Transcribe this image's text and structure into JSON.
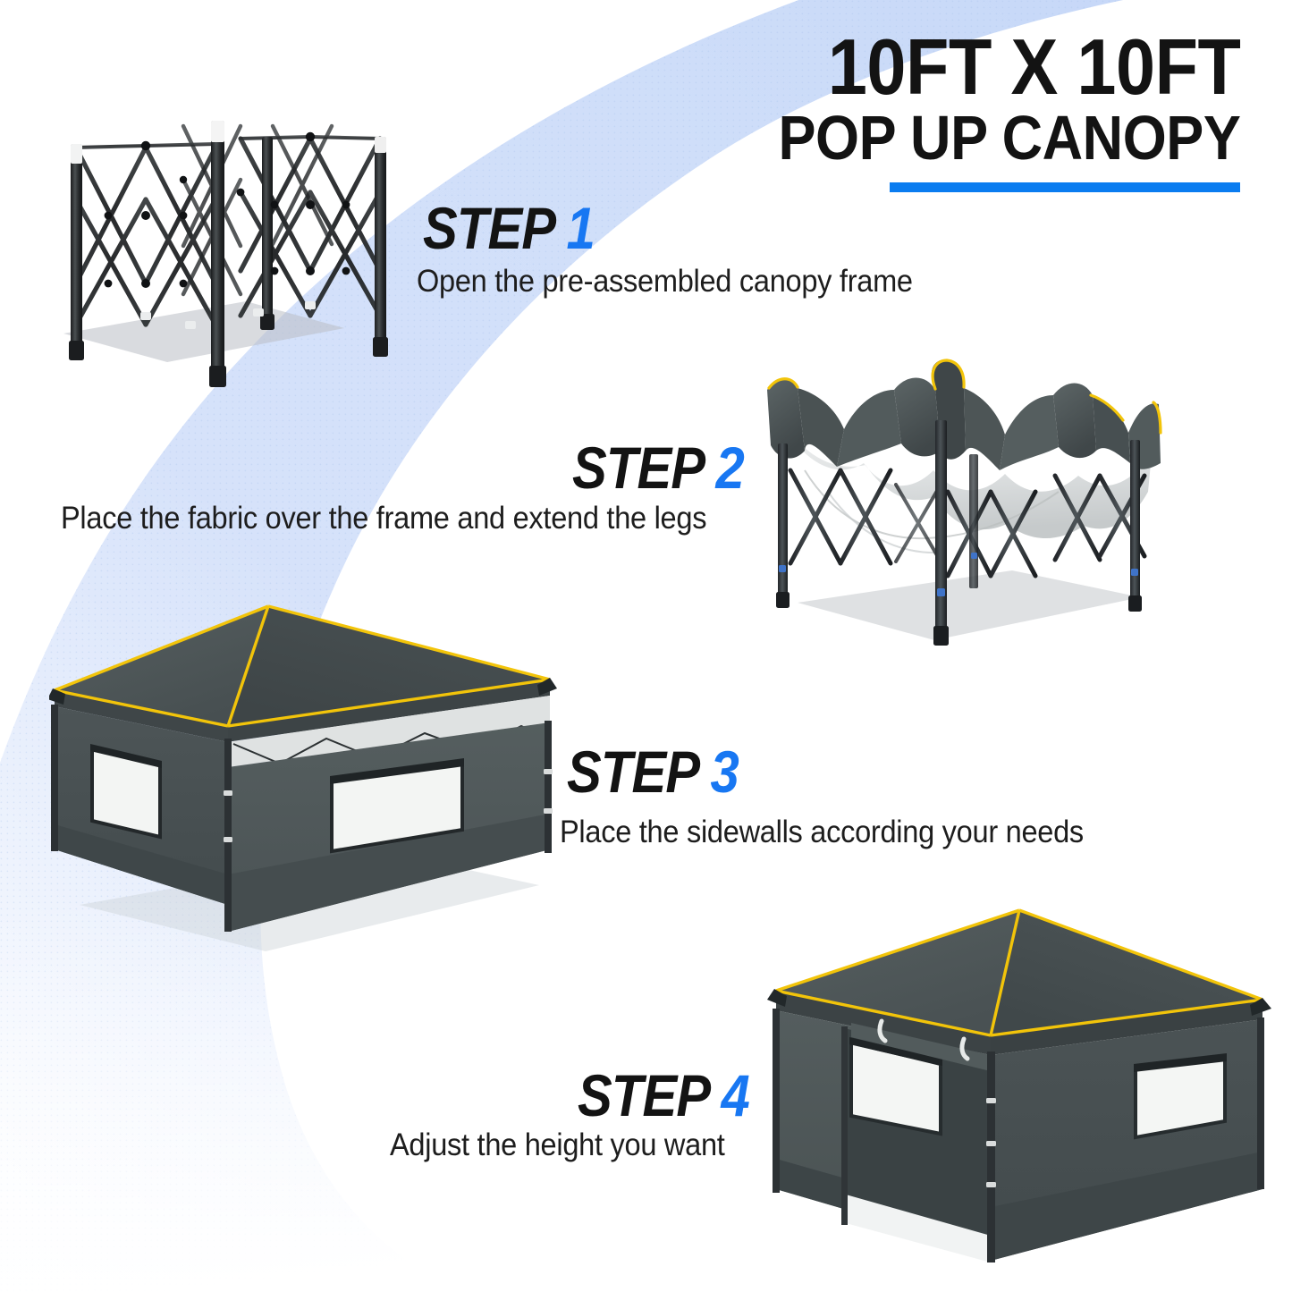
{
  "header": {
    "title_line1": "10FT X 10FT",
    "title_line2": "POP UP CANOPY",
    "accent_color": "#0a7cf0"
  },
  "theme": {
    "swoosh_color": "#ccdcf8",
    "step_number_color": "#1877f2",
    "text_color": "#1d1d1d",
    "fabric_gray": "#4e5657",
    "fabric_gray_dark": "#3c4344",
    "fabric_gray_light": "#5d6667",
    "trim_yellow": "#f2c40a",
    "frame_black": "#2b2d2f",
    "liner_silver": "#e6e8e8",
    "window_white": "#f4f6f4"
  },
  "steps": [
    {
      "label": "STEP",
      "number": "1",
      "caption": "Open the pre-assembled canopy frame",
      "art": "folded-canopy-frame"
    },
    {
      "label": "STEP",
      "number": "2",
      "caption": "Place the fabric over the frame and extend the legs",
      "art": "canopy-with-fabric-draped"
    },
    {
      "label": "STEP",
      "number": "3",
      "caption": "Place the sidewalls according your needs",
      "art": "canopy-with-two-sidewalls"
    },
    {
      "label": "STEP",
      "number": "4",
      "caption": "Adjust the height you want",
      "art": "canopy-fully-enclosed"
    }
  ]
}
